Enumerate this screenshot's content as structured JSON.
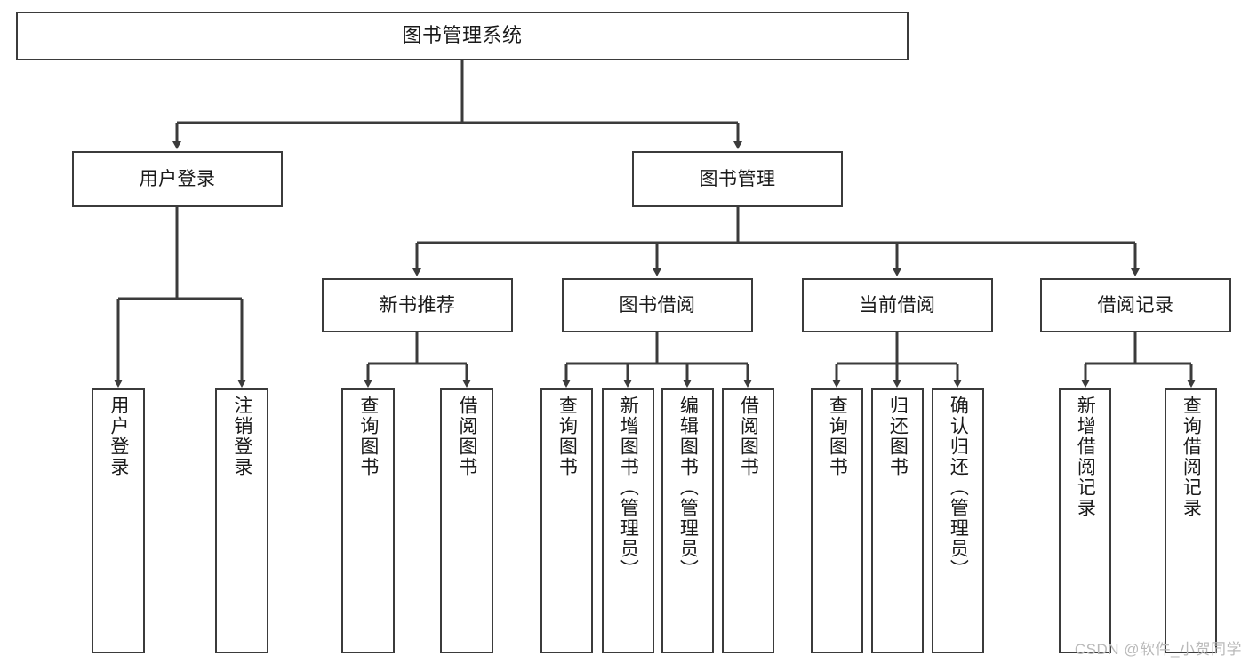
{
  "diagram": {
    "title": "图书管理系统",
    "type": "tree-hierarchy-chart",
    "watermark": "CSDN @软件_小贺同学",
    "colors": {
      "stroke": "#3b3b3b",
      "fill": "#ffffff",
      "text": "#1a1a1a",
      "watermark": "#b9b9b9"
    },
    "nodes": {
      "root": {
        "label": "图书管理系统"
      },
      "level2": [
        {
          "label": "用户登录"
        },
        {
          "label": "图书管理"
        }
      ],
      "level3": [
        {
          "label": "新书推荐"
        },
        {
          "label": "图书借阅"
        },
        {
          "label": "当前借阅"
        },
        {
          "label": "借阅记录"
        }
      ],
      "leaves_login": [
        {
          "label": "用户登录"
        },
        {
          "label": "注销登录"
        }
      ],
      "leaves_recommend": [
        {
          "label": "查询图书"
        },
        {
          "label": "借阅图书"
        }
      ],
      "leaves_borrow": [
        {
          "label": "查询图书"
        },
        {
          "label": "新增图书（管理员）"
        },
        {
          "label": "编辑图书（管理员）"
        },
        {
          "label": "借阅图书"
        }
      ],
      "leaves_current": [
        {
          "label": "查询图书"
        },
        {
          "label": "归还图书"
        },
        {
          "label": "确认归还（管理员）"
        }
      ],
      "leaves_record": [
        {
          "label": "新增借阅记录"
        },
        {
          "label": "查询借阅记录"
        }
      ]
    }
  }
}
